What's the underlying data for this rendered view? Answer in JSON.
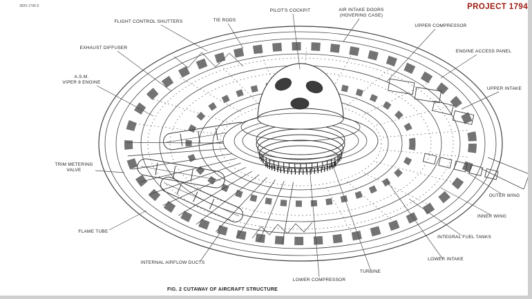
{
  "page": {
    "doc_number": "3820-1796-5",
    "project_title": "PROJECT 1794",
    "caption": "FIG. 2 CUTAWAY OF AIRCRAFT STRUCTURE",
    "colors": {
      "title": "#9c1a10",
      "ink": "#2a2a2a",
      "paper": "#ffffff"
    }
  },
  "labels": {
    "flight_control_shutters": "FLIGHT CONTROL SHUTTERS",
    "tie_rods": "TIE RODS",
    "pilots_cockpit": "PILOT'S COCKPIT",
    "air_intake_doors_1": "AIR INTAKE DOORS",
    "air_intake_doors_2": "(HOVERING CASE)",
    "upper_compressor": "UPPER COMPRESSOR",
    "engine_access_panel": "ENGINE ACCESS PANEL",
    "upper_intake": "UPPER INTAKE",
    "exhaust_diffuser": "EXHAUST DIFFUSER",
    "asm_engine_1": "A.S.M.",
    "asm_engine_2": "VIPER 8 ENGINE",
    "trim_metering_valve_1": "TRIM METERING",
    "trim_metering_valve_2": "VALVE",
    "flame_tube": "FLAME TUBE",
    "internal_airflow_ducts": "INTERNAL AIRFLOW DUCTS",
    "lower_compressor": "LOWER COMPRESSOR",
    "turbine": "TURBINE",
    "lower_intake": "LOWER INTAKE",
    "integral_fuel_tanks": "INTEGRAL FUEL TANKS",
    "inner_wing": "INNER WING",
    "outer_wing": "OUTER WING"
  }
}
